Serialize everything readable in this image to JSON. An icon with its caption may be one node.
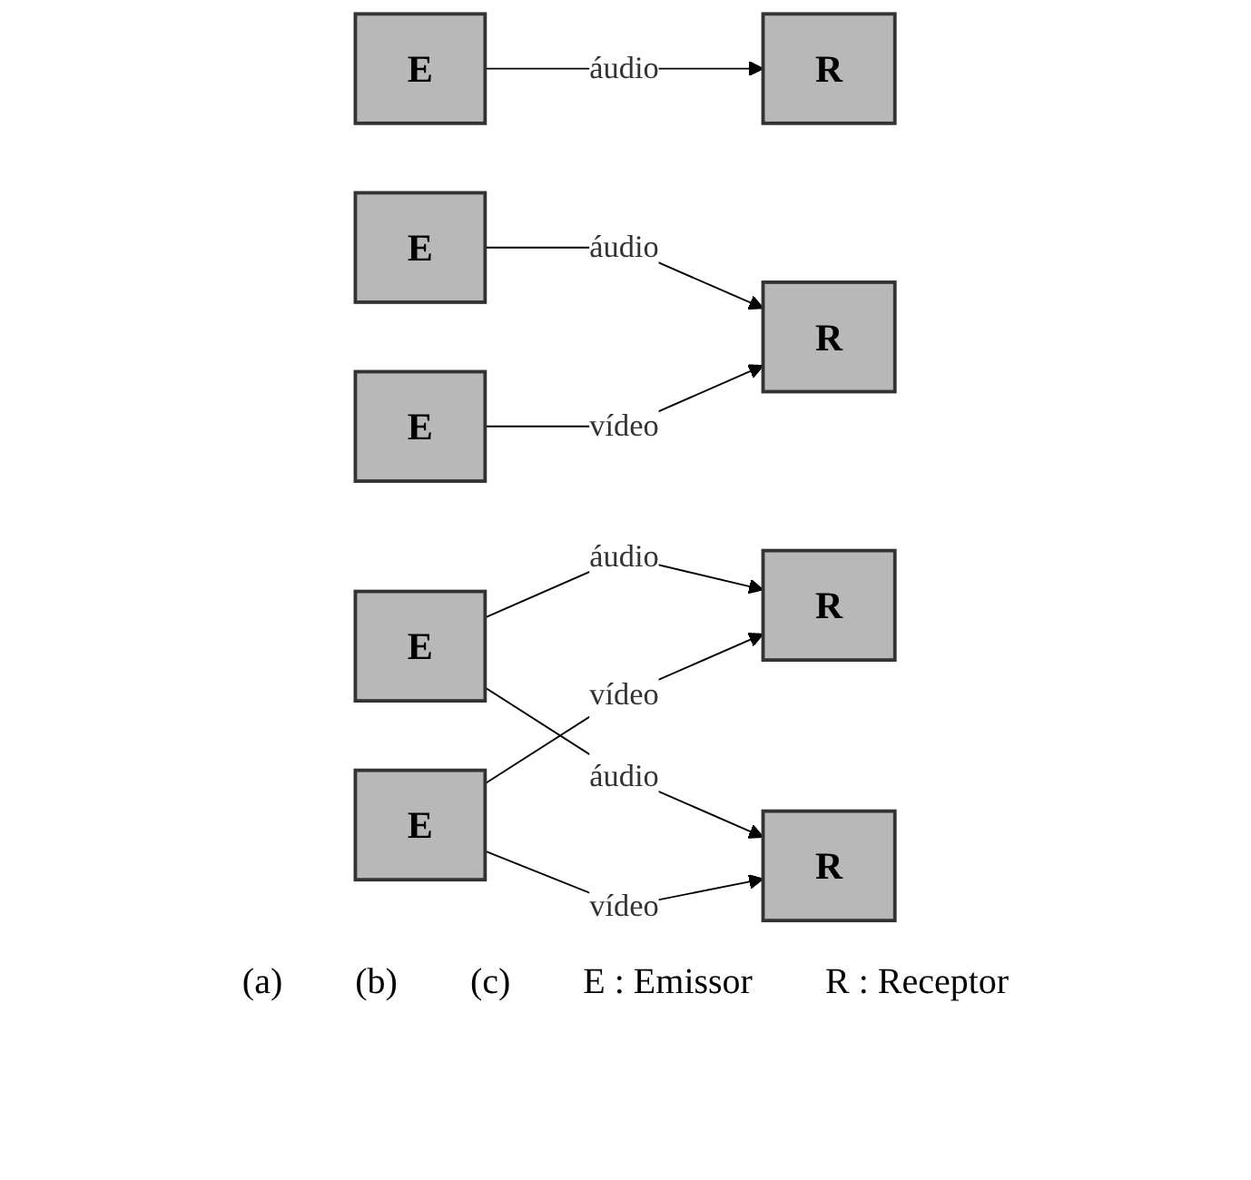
{
  "diagram": {
    "nodes": [
      {
        "text": [
          "E"
        ]
      },
      {
        "text": [
          "R"
        ]
      },
      {
        "text": [
          "E"
        ]
      },
      {
        "text": [
          "E"
        ]
      },
      {
        "text": [
          "R"
        ]
      },
      {
        "text": [
          "E"
        ]
      },
      {
        "text": [
          "R"
        ]
      },
      {
        "text": [
          "E"
        ]
      },
      {
        "text": [
          "R"
        ]
      }
    ],
    "edges": [
      {
        "from": 0,
        "to": 1,
        "arrow": "to",
        "label": "áudio"
      },
      {
        "from": 2,
        "to": 4,
        "arrow": "to",
        "label": "áudio"
      },
      {
        "from": 3,
        "to": 4,
        "arrow": "to",
        "label": "vídeo"
      },
      {
        "from": 5,
        "to": 6,
        "arrow": "to",
        "label": "áudio"
      },
      {
        "from": 7,
        "to": 6,
        "arrow": "to",
        "label": "vídeo"
      },
      {
        "from": 5,
        "to": 8,
        "arrow": "to",
        "label": "áudio"
      },
      {
        "from": 7,
        "to": 8,
        "arrow": "to",
        "label": "vídeo"
      }
    ],
    "labels": [
      "(a)",
      "(b)",
      "(c)",
      "E : Emissor",
      "R : Receptor"
    ]
  }
}
